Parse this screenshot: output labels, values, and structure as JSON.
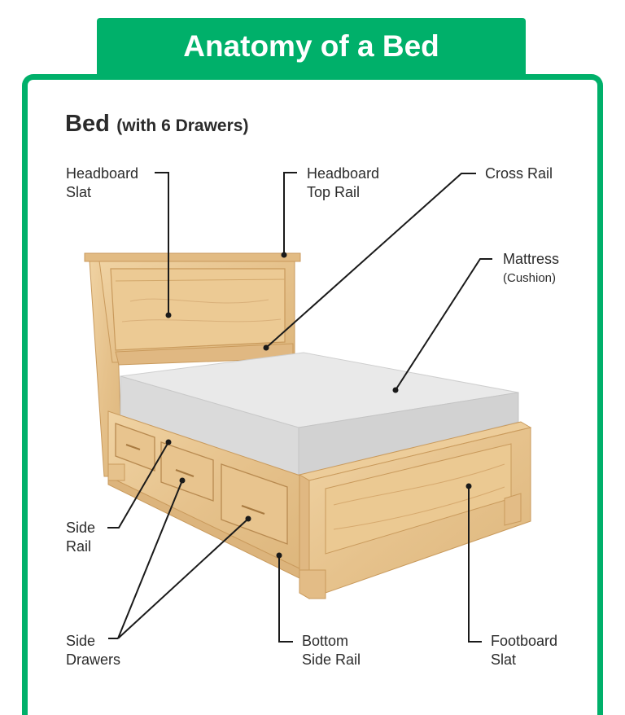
{
  "header": {
    "title": "Anatomy of a Bed"
  },
  "subtitle": {
    "main": "Bed",
    "detail": "(with 6 Drawers)"
  },
  "colors": {
    "accent": "#00b06a",
    "wood": "#e8c58f",
    "wood_dark": "#c99a5c",
    "mattress": "#e9e9e9",
    "mattress_side": "#d6d6d6",
    "leader": "#1a1a1a"
  },
  "labels": {
    "headboard_slat": {
      "line1": "Headboard",
      "line2": "Slat"
    },
    "headboard_top_rail": {
      "line1": "Headboard",
      "line2": "Top Rail"
    },
    "cross_rail": {
      "line1": "Cross Rail"
    },
    "mattress": {
      "line1": "Mattress",
      "line2": "(Cushion)"
    },
    "side_rail": {
      "line1": "Side",
      "line2": "Rail"
    },
    "side_drawers": {
      "line1": "Side",
      "line2": "Drawers"
    },
    "bottom_side_rail": {
      "line1": "Bottom",
      "line2": "Side Rail"
    },
    "footboard_slat": {
      "line1": "Footboard",
      "line2": "Slat"
    }
  }
}
